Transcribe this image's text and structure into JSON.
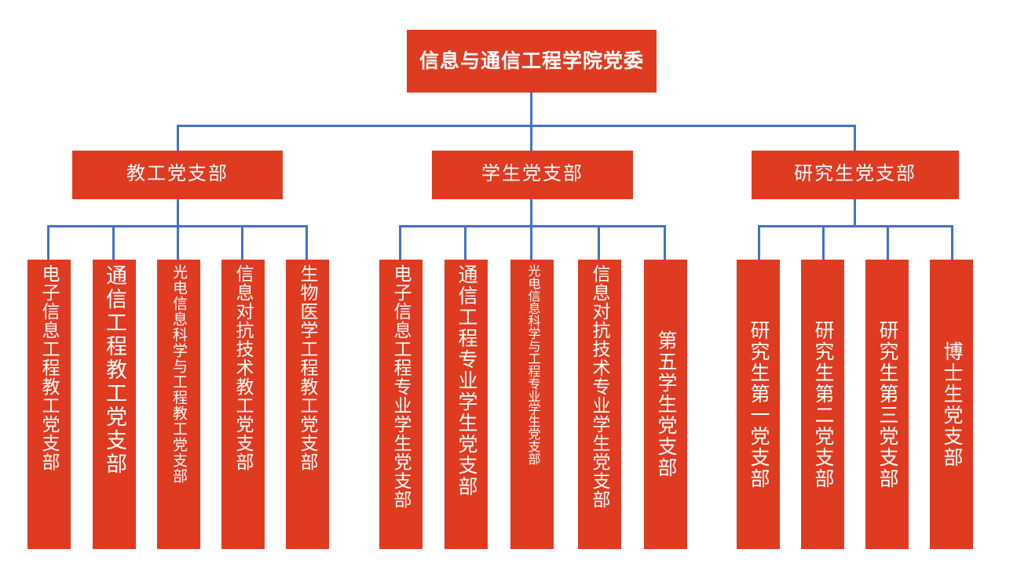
{
  "diagram": {
    "title_text": "信息与通信工程学院党委",
    "colors": {
      "node_fill": "#DE3B21",
      "node_text": "#FFFFFF",
      "connector": "#4472C4",
      "background": "#FFFFFF"
    },
    "root": {
      "label": "信息与通信工程学院党委"
    },
    "branches": [
      {
        "label": "教工党支部",
        "children": [
          {
            "label": "电子信息工程教工党支部"
          },
          {
            "label": "通信工程教工党支部"
          },
          {
            "label": "光电信息科学与工程教工党支部"
          },
          {
            "label": "信息对抗技术教工党支部"
          },
          {
            "label": "生物医学工程教工党支部"
          }
        ]
      },
      {
        "label": "学生党支部",
        "children": [
          {
            "label": "电子信息工程专业学生党支部"
          },
          {
            "label": "通信工程专业学生党支部"
          },
          {
            "label": "光电信息科学与工程专业学生党支部"
          },
          {
            "label": "信息对抗技术专业学生党支部"
          },
          {
            "label": "第五学生党支部"
          }
        ]
      },
      {
        "label": "研究生党支部",
        "children": [
          {
            "label": "研究生第一党支部"
          },
          {
            "label": "研究生第二党支部"
          },
          {
            "label": "研究生第三党支部"
          },
          {
            "label": "博士生党支部"
          }
        ]
      }
    ]
  }
}
